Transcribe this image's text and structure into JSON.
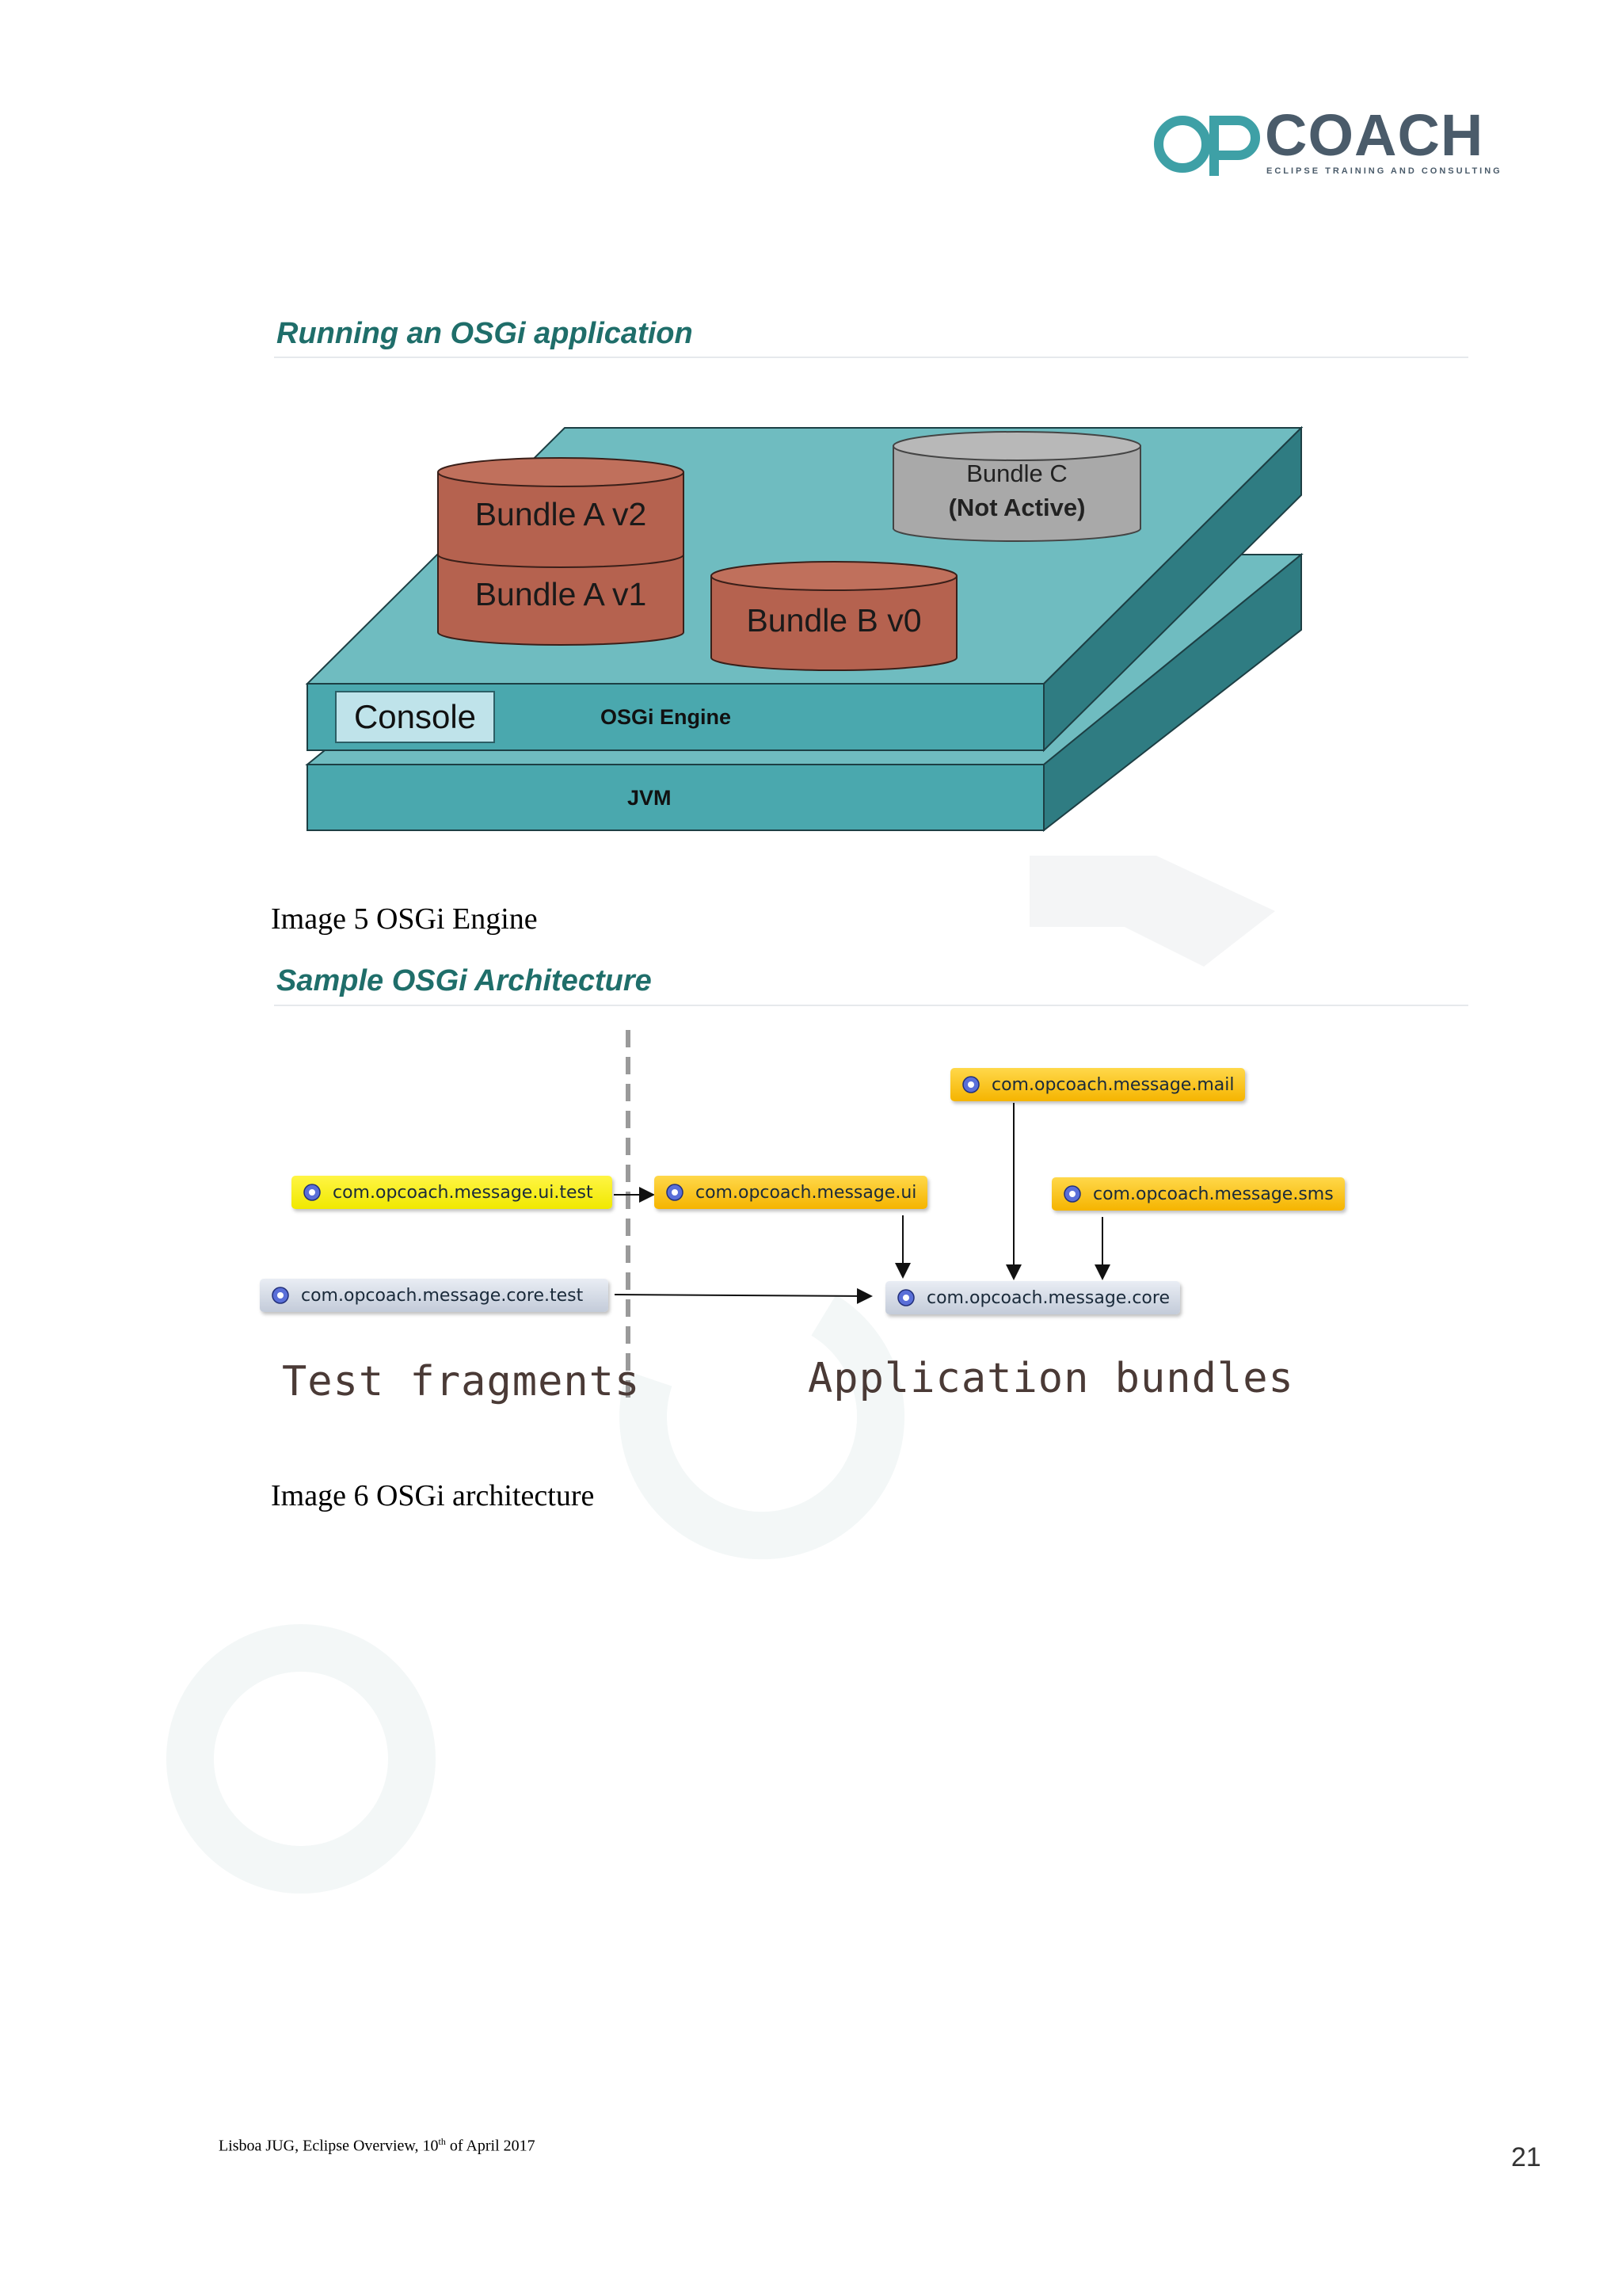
{
  "logo": {
    "op": "OP",
    "coach": "COACH",
    "tagline": "ECLIPSE TRAINING AND CONSULTING"
  },
  "section1": {
    "heading": "Running an OSGi application",
    "figure": {
      "bundle_a_v2": "Bundle A v2",
      "bundle_a_v1": "Bundle A v1",
      "bundle_b_v0": "Bundle B v0",
      "bundle_c": "Bundle C",
      "bundle_c_state": "(Not Active)",
      "console": "Console",
      "engine": "OSGi Engine",
      "jvm": "JVM"
    },
    "caption": "Image 5 OSGi Engine"
  },
  "section2": {
    "heading": "Sample OSGi Architecture",
    "figure": {
      "mail": "com.opcoach.message.mail",
      "ui_test": "com.opcoach.message.ui.test",
      "ui": "com.opcoach.message.ui",
      "sms": "com.opcoach.message.sms",
      "core_test": "com.opcoach.message.core.test",
      "core": "com.opcoach.message.core",
      "test_fragments": "Test fragments",
      "application_bundles": "Application bundles"
    },
    "caption": "Image 6 OSGi architecture"
  },
  "footer": {
    "text_before": "Lisboa JUG, Eclipse Overview, 10",
    "sup": "th",
    "text_after": " of April 2017",
    "page_number": "21"
  },
  "colors": {
    "heading": "#1f6e6a",
    "teal_top": "#6fbcc0",
    "teal_front": "#4aa8ae",
    "teal_side": "#2f7c82",
    "bundle_red": "#b5624f",
    "bundle_grey": "#a9a9a9"
  }
}
